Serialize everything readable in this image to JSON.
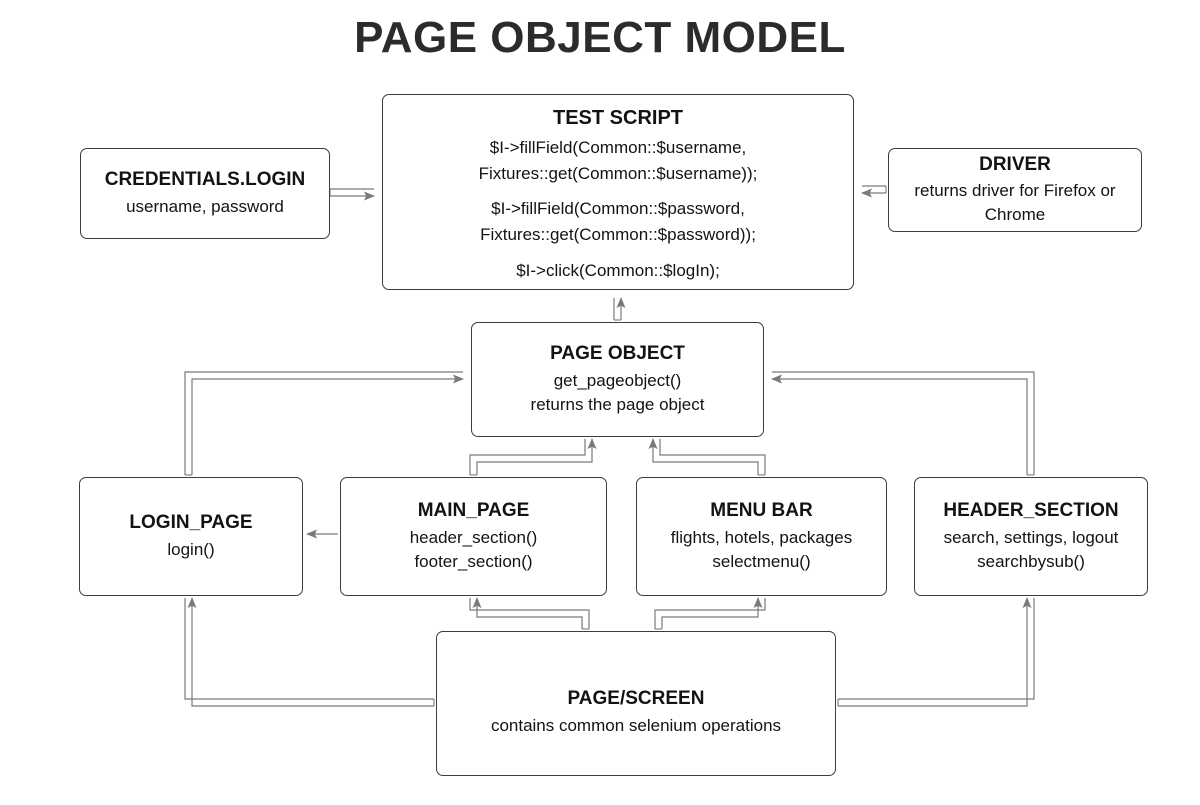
{
  "title": "PAGE OBJECT MODEL",
  "colors": {
    "background": "#ffffff",
    "title_text": "#2b2b2b",
    "node_border": "#3d3d3d",
    "node_fill": "#ffffff",
    "node_text": "#131313",
    "connector": "#7a7a7a"
  },
  "nodes": {
    "test_script": {
      "title": "TEST SCRIPT",
      "line1": "$I->fillField(Common::$username,",
      "line2": "Fixtures::get(Common::$username));",
      "line3": "$I->fillField(Common::$password,",
      "line4": "Fixtures::get(Common::$password));",
      "line5": "$I->click(Common::$logIn);"
    },
    "credentials": {
      "title": "CREDENTIALS.LOGIN",
      "line1": "username, password"
    },
    "driver": {
      "title": "DRIVER",
      "line1": "returns driver for Firefox or Chrome"
    },
    "page_object": {
      "title": "PAGE OBJECT",
      "line1": "get_pageobject()",
      "line2": "returns the page object"
    },
    "login_page": {
      "title": "LOGIN_PAGE",
      "line1": "login()"
    },
    "main_page": {
      "title": "MAIN_PAGE",
      "line1": "header_section()",
      "line2": "footer_section()"
    },
    "menu_bar": {
      "title": "MENU BAR",
      "line1": "flights, hotels, packages",
      "line2": "selectmenu()"
    },
    "header_section": {
      "title": "HEADER_SECTION",
      "line1": "search, settings, logout",
      "line2": "searchbysub()"
    },
    "page_screen": {
      "title": "PAGE/SCREEN",
      "line1": "contains common selenium operations"
    }
  },
  "connectors": [
    {
      "id": "credentials-to-test-script",
      "from": "credentials",
      "to": "test_script",
      "style": "double",
      "arrow": "right"
    },
    {
      "id": "driver-to-test-script",
      "from": "driver",
      "to": "test_script",
      "style": "double",
      "arrow": "left"
    },
    {
      "id": "page-object-to-test-script",
      "from": "page_object",
      "to": "test_script",
      "style": "double",
      "arrow": "up"
    },
    {
      "id": "login-page-to-page-object",
      "from": "login_page",
      "to": "page_object",
      "style": "double",
      "arrow": "right"
    },
    {
      "id": "header-section-to-page-object",
      "from": "header_section",
      "to": "page_object",
      "style": "double",
      "arrow": "left"
    },
    {
      "id": "main-page-to-page-object",
      "from": "main_page",
      "to": "page_object",
      "style": "double",
      "arrow": "up"
    },
    {
      "id": "menu-bar-to-page-object",
      "from": "menu_bar",
      "to": "page_object",
      "style": "double",
      "arrow": "up"
    },
    {
      "id": "main-page-to-login-page",
      "from": "main_page",
      "to": "login_page",
      "style": "single",
      "arrow": "left"
    },
    {
      "id": "page-screen-to-main-page",
      "from": "page_screen",
      "to": "main_page",
      "style": "double",
      "arrow": "up"
    },
    {
      "id": "page-screen-to-menu-bar",
      "from": "page_screen",
      "to": "menu_bar",
      "style": "double",
      "arrow": "up"
    },
    {
      "id": "page-screen-to-login-page",
      "from": "page_screen",
      "to": "login_page",
      "style": "double",
      "arrow": "up"
    },
    {
      "id": "page-screen-to-header-section",
      "from": "page_screen",
      "to": "header_section",
      "style": "double",
      "arrow": "up"
    }
  ]
}
